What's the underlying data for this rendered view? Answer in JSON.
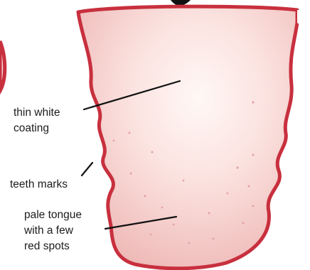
{
  "labels": {
    "coating": "thin white\ncoating",
    "teeth_marks": "teeth marks",
    "pale_tongue": "pale tongue\nwith a few\nred spots"
  },
  "colors": {
    "outline": "#c8303e",
    "tongue_fill": "#f1c5c3",
    "tongue_center": "#fff8f6",
    "spots": "#e4a3a6",
    "leader_lines": "#111111"
  }
}
